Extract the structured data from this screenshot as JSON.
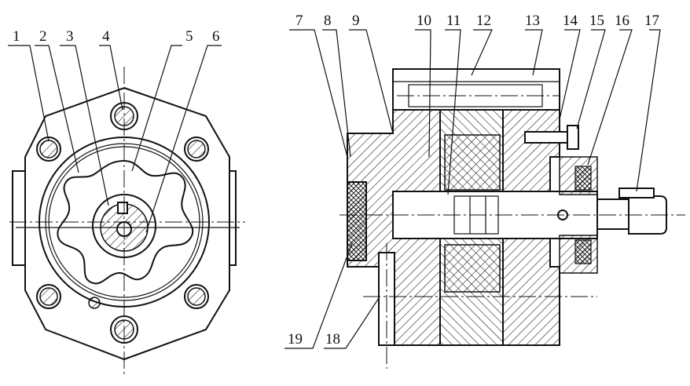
{
  "figure": {
    "callouts": [
      {
        "id": "c1",
        "text": "1"
      },
      {
        "id": "c2",
        "text": "2"
      },
      {
        "id": "c3",
        "text": "3"
      },
      {
        "id": "c4",
        "text": "4"
      },
      {
        "id": "c5",
        "text": "5"
      },
      {
        "id": "c6",
        "text": "6"
      },
      {
        "id": "c7",
        "text": "7"
      },
      {
        "id": "c8",
        "text": "8"
      },
      {
        "id": "c9",
        "text": "9"
      },
      {
        "id": "c10",
        "text": "10"
      },
      {
        "id": "c11",
        "text": "11"
      },
      {
        "id": "c12",
        "text": "12"
      },
      {
        "id": "c13",
        "text": "13"
      },
      {
        "id": "c14",
        "text": "14"
      },
      {
        "id": "c15",
        "text": "15"
      },
      {
        "id": "c16",
        "text": "16"
      },
      {
        "id": "c17",
        "text": "17"
      },
      {
        "id": "c18",
        "text": "18"
      },
      {
        "id": "c19",
        "text": "19"
      }
    ]
  }
}
